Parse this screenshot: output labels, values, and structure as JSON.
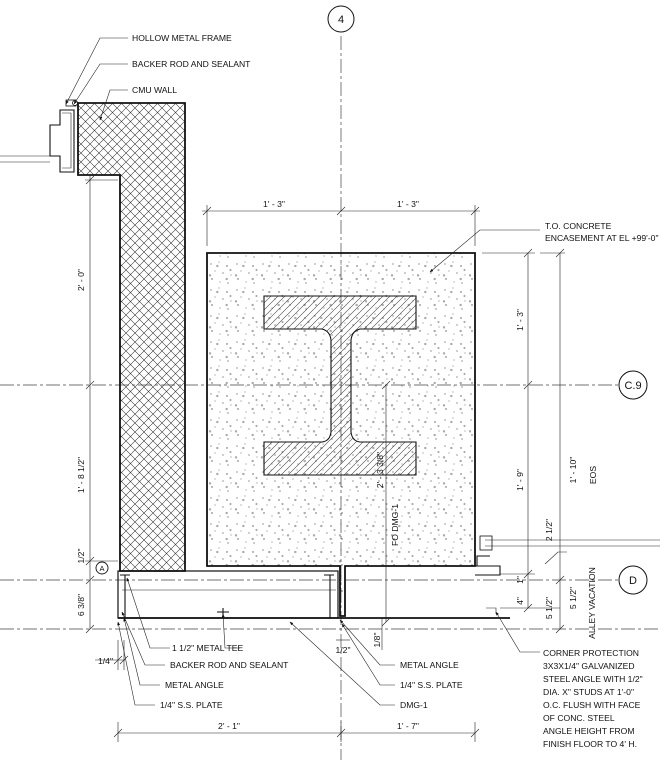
{
  "grid_bubbles": {
    "col_4": "4",
    "row_c9": "C.9",
    "row_d": "D"
  },
  "section_marker": "A",
  "leaders": {
    "hollow_metal_frame": "HOLLOW METAL FRAME",
    "backer_rod_top": "BACKER ROD AND SEALANT",
    "cmu_wall": "CMU WALL",
    "to_concrete_1": "T.O. CONCRETE",
    "to_concrete_2": "ENCASEMENT AT EL +99'-0\"",
    "metal_tee": "1 1/2\" METAL TEE",
    "backer_rod_bottom": "BACKER ROD AND SEALANT",
    "metal_angle_left": "METAL ANGLE",
    "ss_plate_left": "1/4\" S.S. PLATE",
    "metal_angle_right": "METAL ANGLE",
    "ss_plate_right": "1/4\" S.S. PLATE",
    "dmg1": "DMG-1",
    "corner_protection": [
      "CORNER PROTECTION",
      "3X3X1/4\" GALVANIZED",
      "STEEL ANGLE WITH 1/2\"",
      "DIA. X\" STUDS AT 1'-0\"",
      "O.C. FLUSH WITH FACE",
      "OF CONC. STEEL",
      "ANGLE HEIGHT FROM",
      "FINISH FLOOR TO 4' H."
    ]
  },
  "dimensions": {
    "top_left": "1' - 3\"",
    "top_right": "1' - 3\"",
    "wall_upper": "2' - 0\"",
    "wall_lower": "1' - 8 1/2\"",
    "half_inch_left": "1/2\"",
    "six_three_eighths": "6 3/8\"",
    "quarter_left": "1/4\"",
    "right_upper": "1' - 3\"",
    "right_lower": "1' - 9\"",
    "right_outer": "1' - 10\"",
    "eos": "EOS",
    "fo_dmg1": "FO DMG-1",
    "center_vertical": "2' - 3 3/8\"",
    "two_half": "2 1/2\"",
    "one_in": "1\"",
    "four_in": "4\"",
    "five_half": "5 1/2\"",
    "five_half_b": "5 1/2\"",
    "alley_vacation": "ALLEY VACATION",
    "half_inch_bottom": "1/2\"",
    "one_eighth": "1/8\"",
    "bottom_left": "2' - 1\"",
    "bottom_right": "1' - 7\""
  }
}
